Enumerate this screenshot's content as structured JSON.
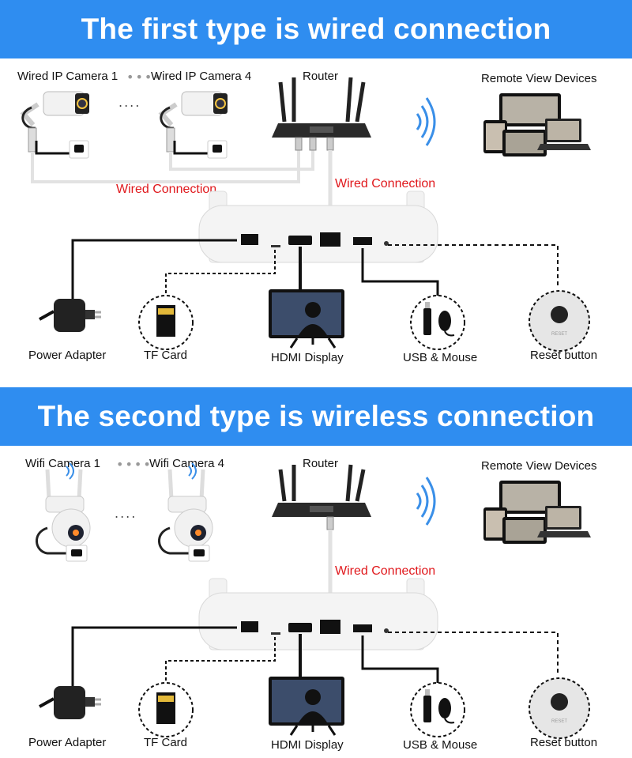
{
  "sections": [
    {
      "heading": "The first type is wired connection",
      "camera_first_label": "Wired IP Camera 1",
      "camera_last_label": "Wired IP Camera 4",
      "camera_ellipsis": "....",
      "router_label": "Router",
      "remote_label": "Remote View Devices",
      "connection_labels": [
        "Wired Connection",
        "Wired Connection"
      ],
      "peripherals": [
        "Power Adapter",
        "TF Card",
        "HDMI Display",
        "USB & Mouse",
        "Reset button"
      ],
      "reset_text": "RESET"
    },
    {
      "heading": "The second type is wireless connection",
      "camera_first_label": "Wifi Camera 1",
      "camera_last_label": "Wifi Camera 4",
      "camera_ellipsis": "....",
      "router_label": "Router",
      "remote_label": "Remote View Devices",
      "connection_labels": [
        "Wired Connection"
      ],
      "peripherals": [
        "Power Adapter",
        "TF Card",
        "HDMI Display",
        "USB & Mouse",
        "Reset button"
      ],
      "reset_text": "RESET"
    }
  ],
  "colors": {
    "banner": "#2f8df0",
    "connection_text": "#e0181c",
    "wifi_waves": "#3a8fe8"
  }
}
